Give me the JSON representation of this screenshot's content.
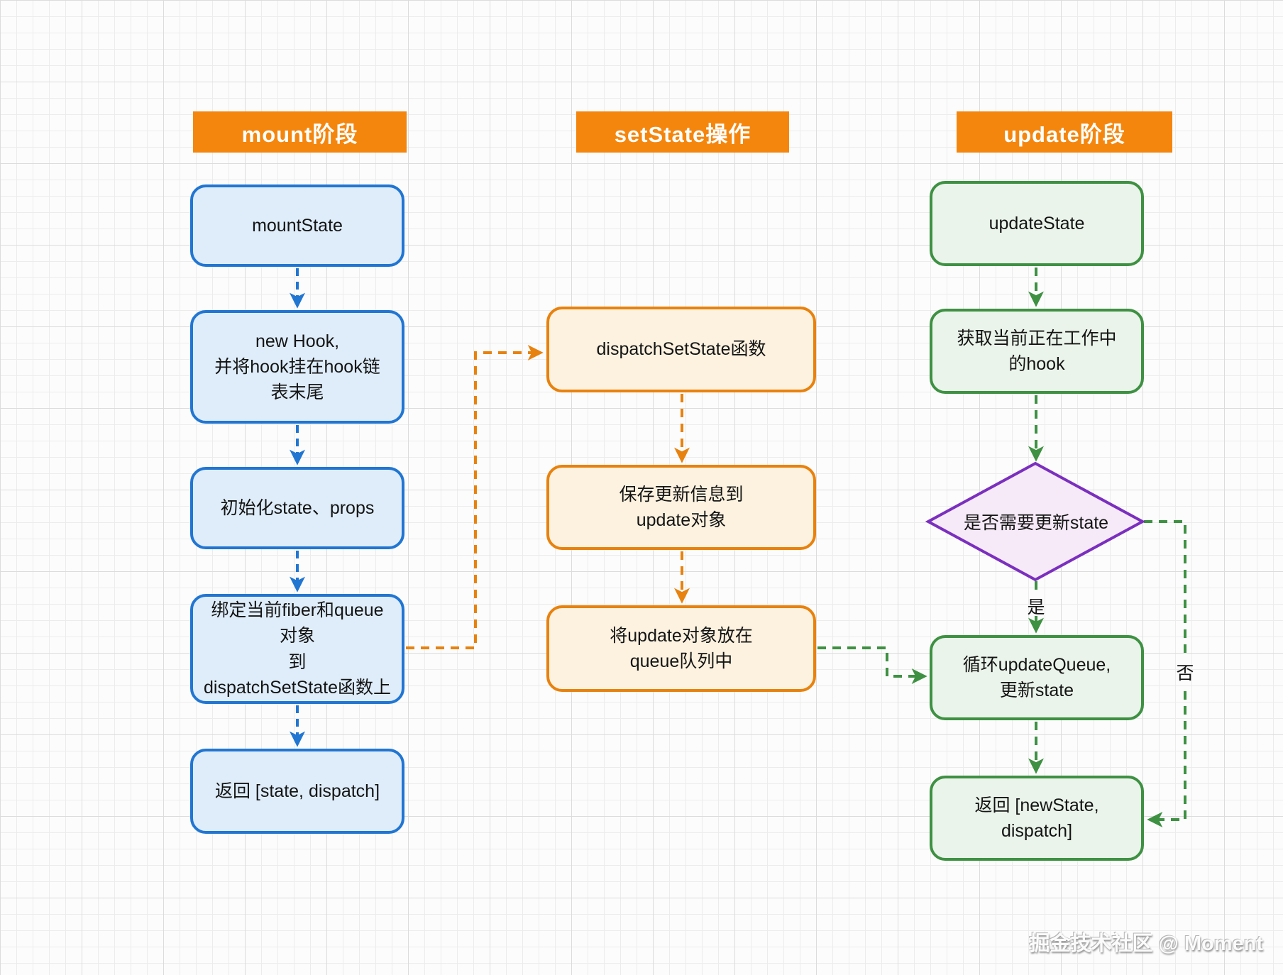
{
  "columns": [
    {
      "header": "mount阶段",
      "nodes": [
        {
          "label": "mountState"
        },
        {
          "label": "new Hook,\n并将hook挂在hook链\n表末尾"
        },
        {
          "label": "初始化state、props"
        },
        {
          "label": "绑定当前fiber和queue对象\n到\ndispatchSetState函数上"
        },
        {
          "label": "返回 [state, dispatch]"
        }
      ]
    },
    {
      "header": "setState操作",
      "nodes": [
        {
          "label": "dispatchSetState函数"
        },
        {
          "label": "保存更新信息到\nupdate对象"
        },
        {
          "label": "将update对象放在\nqueue队列中"
        }
      ]
    },
    {
      "header": "update阶段",
      "nodes": [
        {
          "label": "updateState"
        },
        {
          "label": "获取当前正在工作中\n的hook"
        },
        {
          "label": "循环updateQueue,\n更新state"
        },
        {
          "label": "返回 [newState, dispatch]"
        }
      ],
      "decision": {
        "label": "是否需要更新state",
        "yes_label": "是",
        "no_label": "否"
      }
    }
  ],
  "watermark": "掘金技术社区 @ Moment",
  "colors": {
    "header_bg": "#F5860D",
    "header_text": "#FFFFFF",
    "blue_border": "#2176D2",
    "blue_fill": "#DFEDFA",
    "orange_border": "#E8820E",
    "orange_fill": "#FDF2E0",
    "green_border": "#3E9142",
    "green_fill": "#EAF4EA",
    "purple_border": "#7B2FBE",
    "purple_fill": "#F6EAF8"
  }
}
